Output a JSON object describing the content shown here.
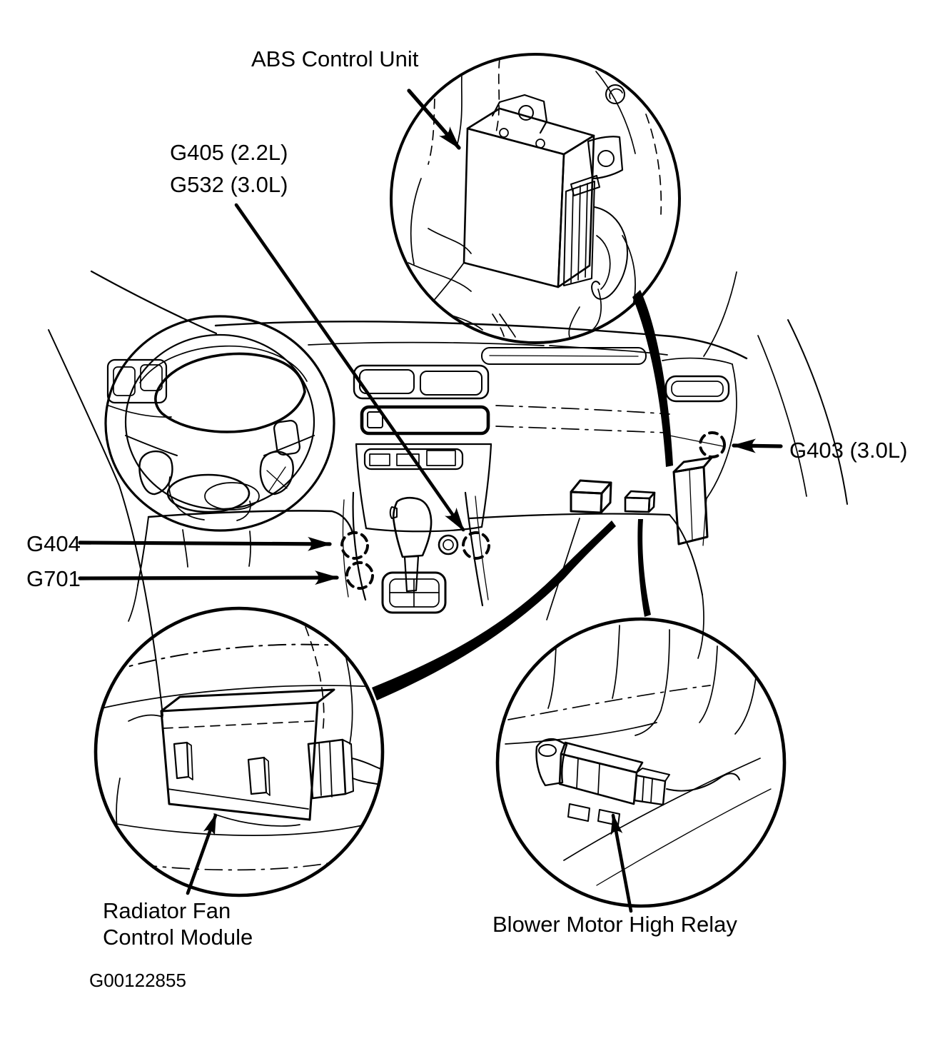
{
  "figure": {
    "figure_code": "G00122855"
  },
  "colors": {
    "line": "#000000",
    "background": "#ffffff"
  },
  "labels": {
    "abs_control_unit": "ABS Control Unit",
    "g405": "G405 (2.2L)",
    "g532": "G532 (3.0L)",
    "g403": "G403 (3.0L)",
    "g404": "G404",
    "g701": "G701",
    "radiator_fan_line1": "Radiator Fan",
    "radiator_fan_line2": "Control Module",
    "blower_motor_high_relay": "Blower Motor High Relay"
  }
}
